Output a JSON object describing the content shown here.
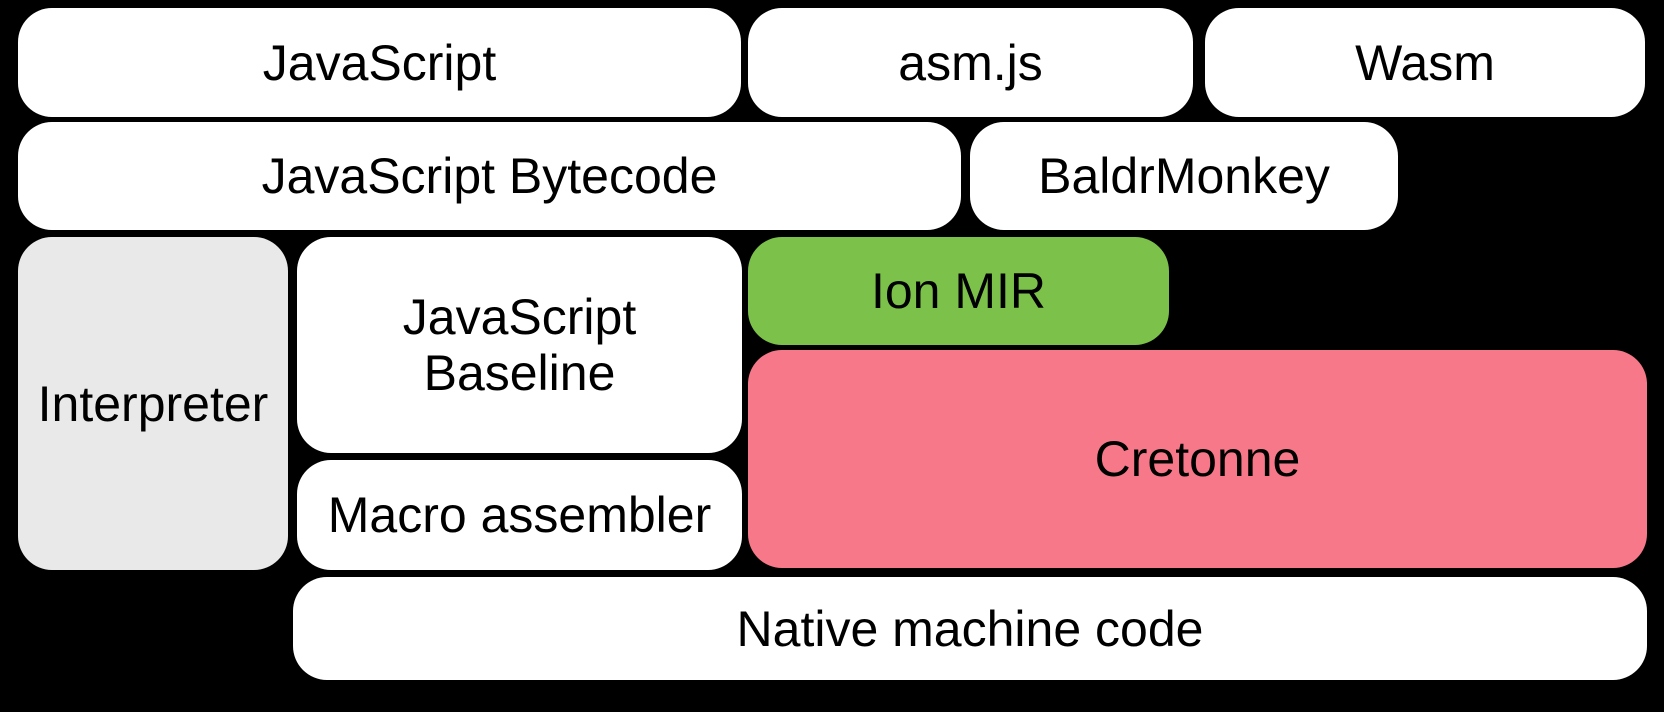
{
  "diagram": {
    "title": "Compiler pipeline diagram",
    "background_color": "#000000",
    "text_color": "#000000",
    "colors": {
      "default_box": "#ffffff",
      "interpreter_box": "#e9e9e9",
      "ion_mir_box": "#7cc24a",
      "cretonne_box": "#f77889"
    },
    "nodes": [
      {
        "id": "javascript",
        "label": "JavaScript",
        "fill": "white"
      },
      {
        "id": "asmjs",
        "label": "asm.js",
        "fill": "white"
      },
      {
        "id": "wasm",
        "label": "Wasm",
        "fill": "white"
      },
      {
        "id": "javascript-bytecode",
        "label": "JavaScript Bytecode",
        "fill": "white"
      },
      {
        "id": "baldrmonkey",
        "label": "BaldrMonkey",
        "fill": "white"
      },
      {
        "id": "interpreter",
        "label": "Interpreter",
        "fill": "gray"
      },
      {
        "id": "javascript-baseline",
        "label": "JavaScript Baseline",
        "fill": "white"
      },
      {
        "id": "ion-mir",
        "label": "Ion MIR",
        "fill": "green"
      },
      {
        "id": "cretonne",
        "label": "Cretonne",
        "fill": "pink"
      },
      {
        "id": "macro-assembler",
        "label": "Macro assembler",
        "fill": "white"
      },
      {
        "id": "native-machine-code",
        "label": "Native machine code",
        "fill": "white"
      }
    ]
  }
}
